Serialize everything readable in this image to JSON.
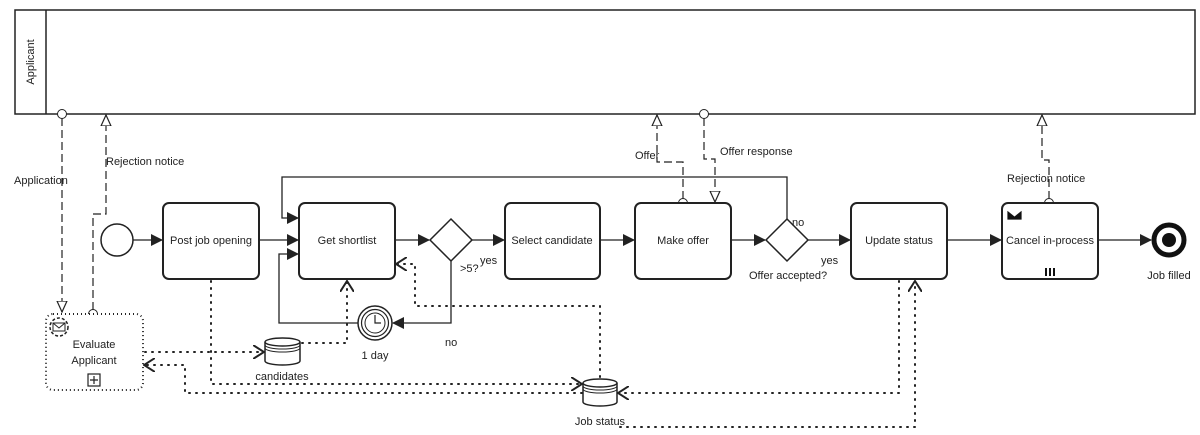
{
  "pool": {
    "label": "Applicant"
  },
  "tasks": {
    "post_job": "Post job opening",
    "get_shortlist": "Get shortlist",
    "select_candidate": "Select candidate",
    "make_offer": "Make offer",
    "update_status": "Update status",
    "cancel": "Cancel in-process",
    "evaluate_line1": "Evaluate",
    "evaluate_line2": "Applicant"
  },
  "gateways": {
    "count": ">5?",
    "count_yes": "yes",
    "count_no": "no",
    "accepted": "Offer accepted?",
    "accepted_yes": "yes",
    "accepted_no": "no"
  },
  "timer": {
    "label": "1 day"
  },
  "data_stores": {
    "candidates": "candidates",
    "job_status": "Job status"
  },
  "end_event": {
    "label": "Job filled"
  },
  "messages": {
    "application": "Application",
    "rejection1": "Rejection notice",
    "offer": "Offer",
    "offer_response": "Offer response",
    "rejection2": "Rejection notice"
  }
}
